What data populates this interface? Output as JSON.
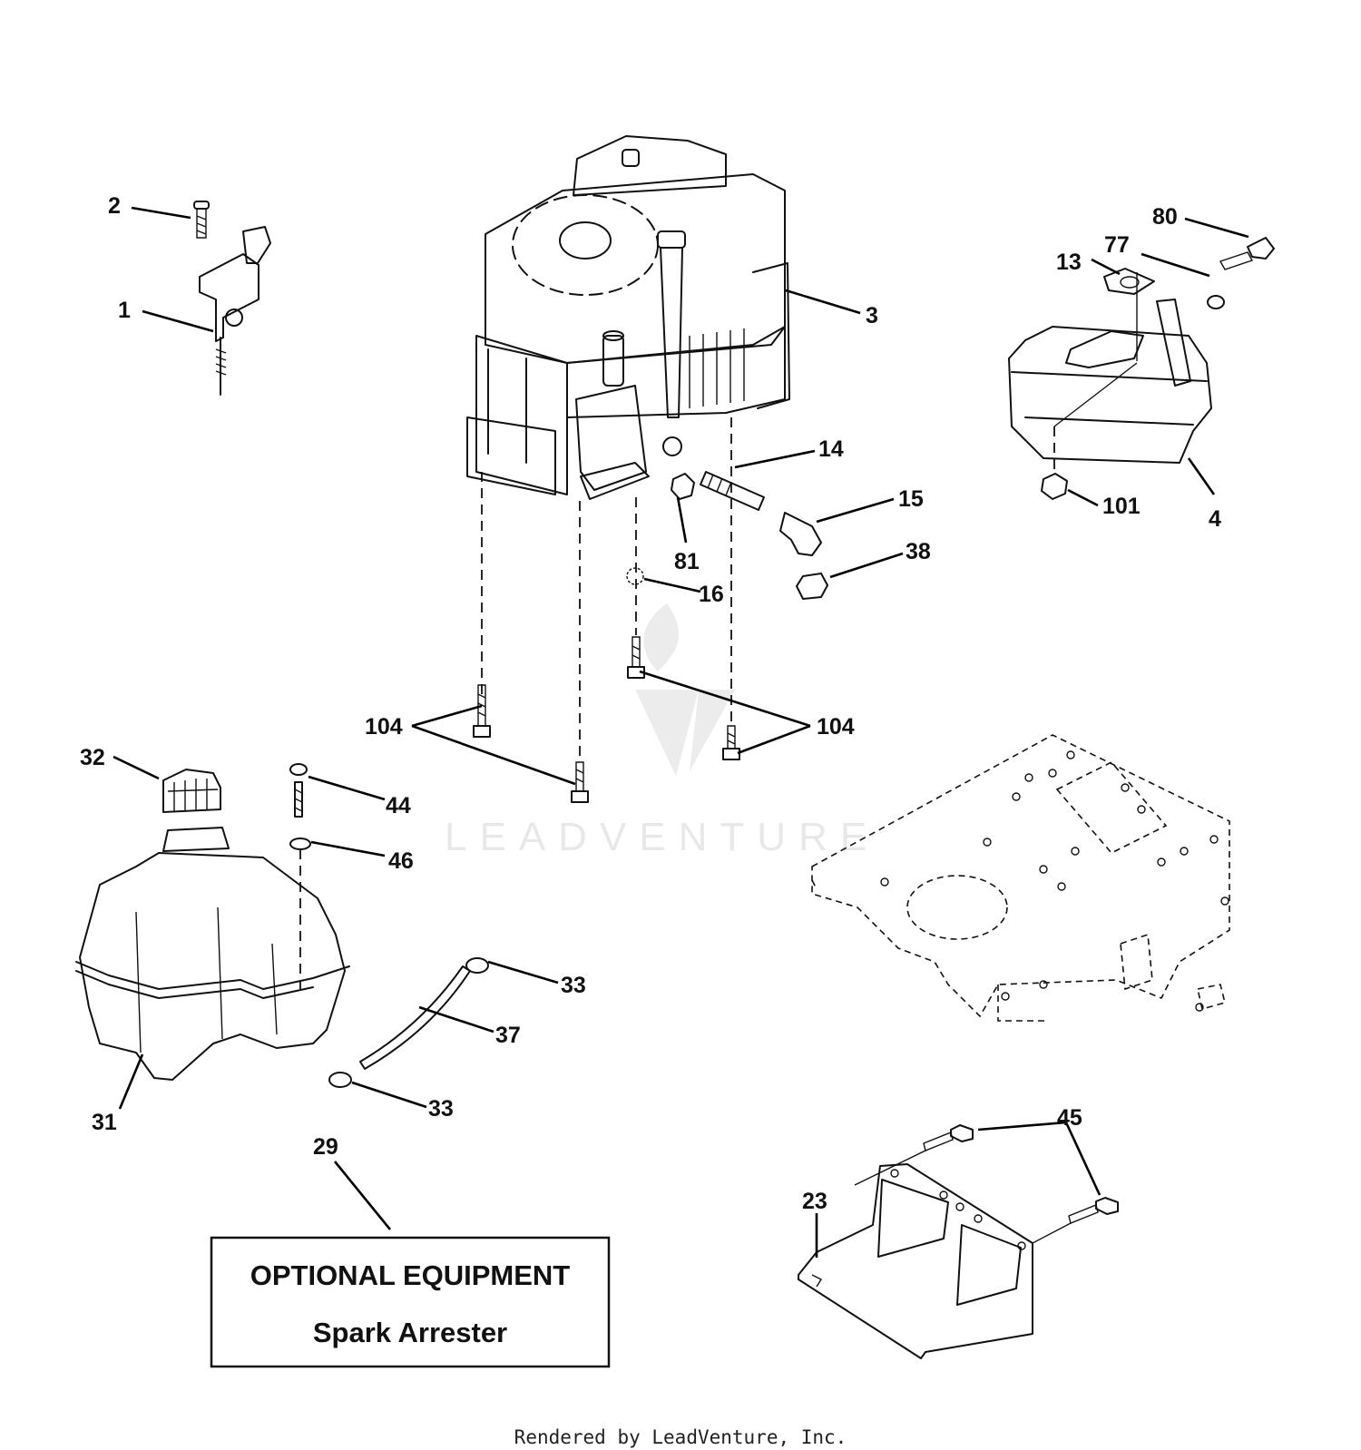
{
  "callouts": [
    {
      "label": "2"
    },
    {
      "label": "1"
    },
    {
      "label": "3"
    },
    {
      "label": "80"
    },
    {
      "label": "77"
    },
    {
      "label": "13"
    },
    {
      "label": "14"
    },
    {
      "label": "15"
    },
    {
      "label": "101"
    },
    {
      "label": "4"
    },
    {
      "label": "81"
    },
    {
      "label": "38"
    },
    {
      "label": "16"
    },
    {
      "label": "104"
    },
    {
      "label": "104"
    },
    {
      "label": "32"
    },
    {
      "label": "44"
    },
    {
      "label": "46"
    },
    {
      "label": "33"
    },
    {
      "label": "37"
    },
    {
      "label": "33"
    },
    {
      "label": "31"
    },
    {
      "label": "29"
    },
    {
      "label": "45"
    },
    {
      "label": "23"
    }
  ],
  "optional_box": {
    "title": "OPTIONAL EQUIPMENT",
    "subtitle": "Spark Arrester"
  },
  "watermark": "LEADVENTURE",
  "footer": "Rendered by LeadVenture, Inc."
}
